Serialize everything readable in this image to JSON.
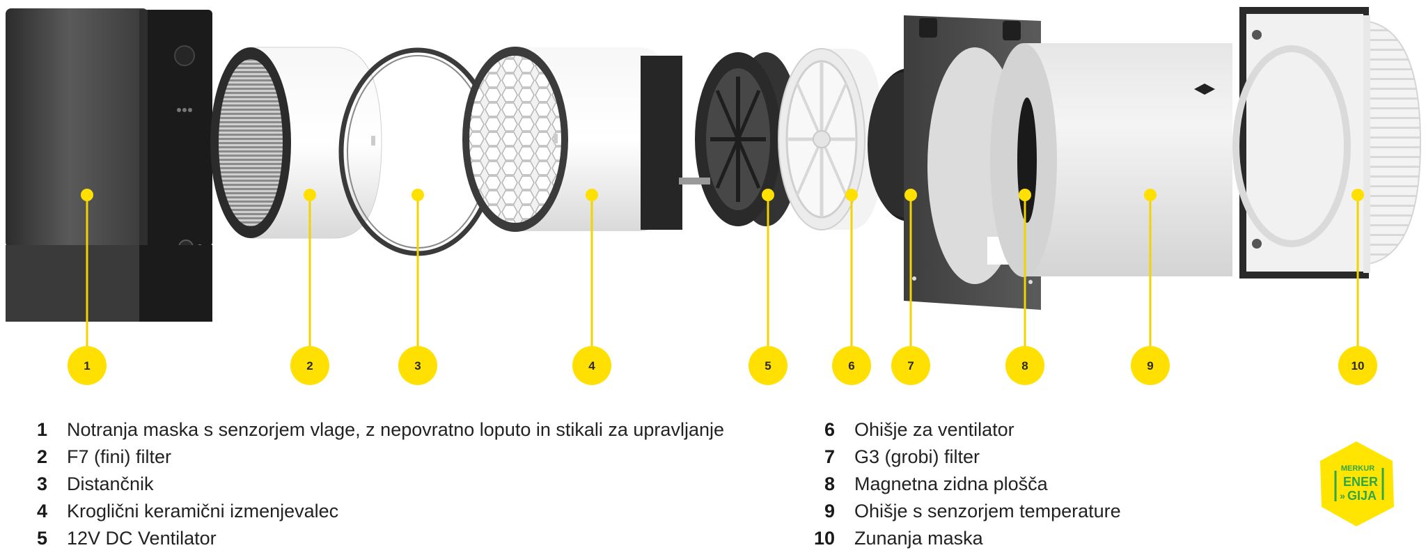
{
  "colors": {
    "marker_yellow": "#FFE000",
    "leader_yellow": "#F2D400",
    "logo_yellow": "#FFE500",
    "logo_green": "#2FA64A"
  },
  "markers": [
    "1",
    "2",
    "3",
    "4",
    "5",
    "6",
    "7",
    "8",
    "9",
    "10"
  ],
  "legend": {
    "left": [
      {
        "num": "1",
        "text": "Notranja maska s senzorjem vlage, z nepovratno loputo in stikali za upravljanje"
      },
      {
        "num": "2",
        "text": "F7 (fini) filter"
      },
      {
        "num": "3",
        "text": "Distančnik"
      },
      {
        "num": "4",
        "text": "Kroglični keramični izmenjevalec"
      },
      {
        "num": "5",
        "text": "12V DC Ventilator"
      }
    ],
    "right": [
      {
        "num": "6",
        "text": "Ohišje za ventilator"
      },
      {
        "num": "7",
        "text": "G3 (grobi) filter"
      },
      {
        "num": "8",
        "text": "Magnetna zidna plošča"
      },
      {
        "num": "9",
        "text": "Ohišje s senzorjem temperature"
      },
      {
        "num": "10",
        "text": "Zunanja maska"
      }
    ]
  },
  "logo": {
    "line1": "MERKUR",
    "line2": "ENER",
    "line3": "GIJA",
    "arrows": "»"
  }
}
